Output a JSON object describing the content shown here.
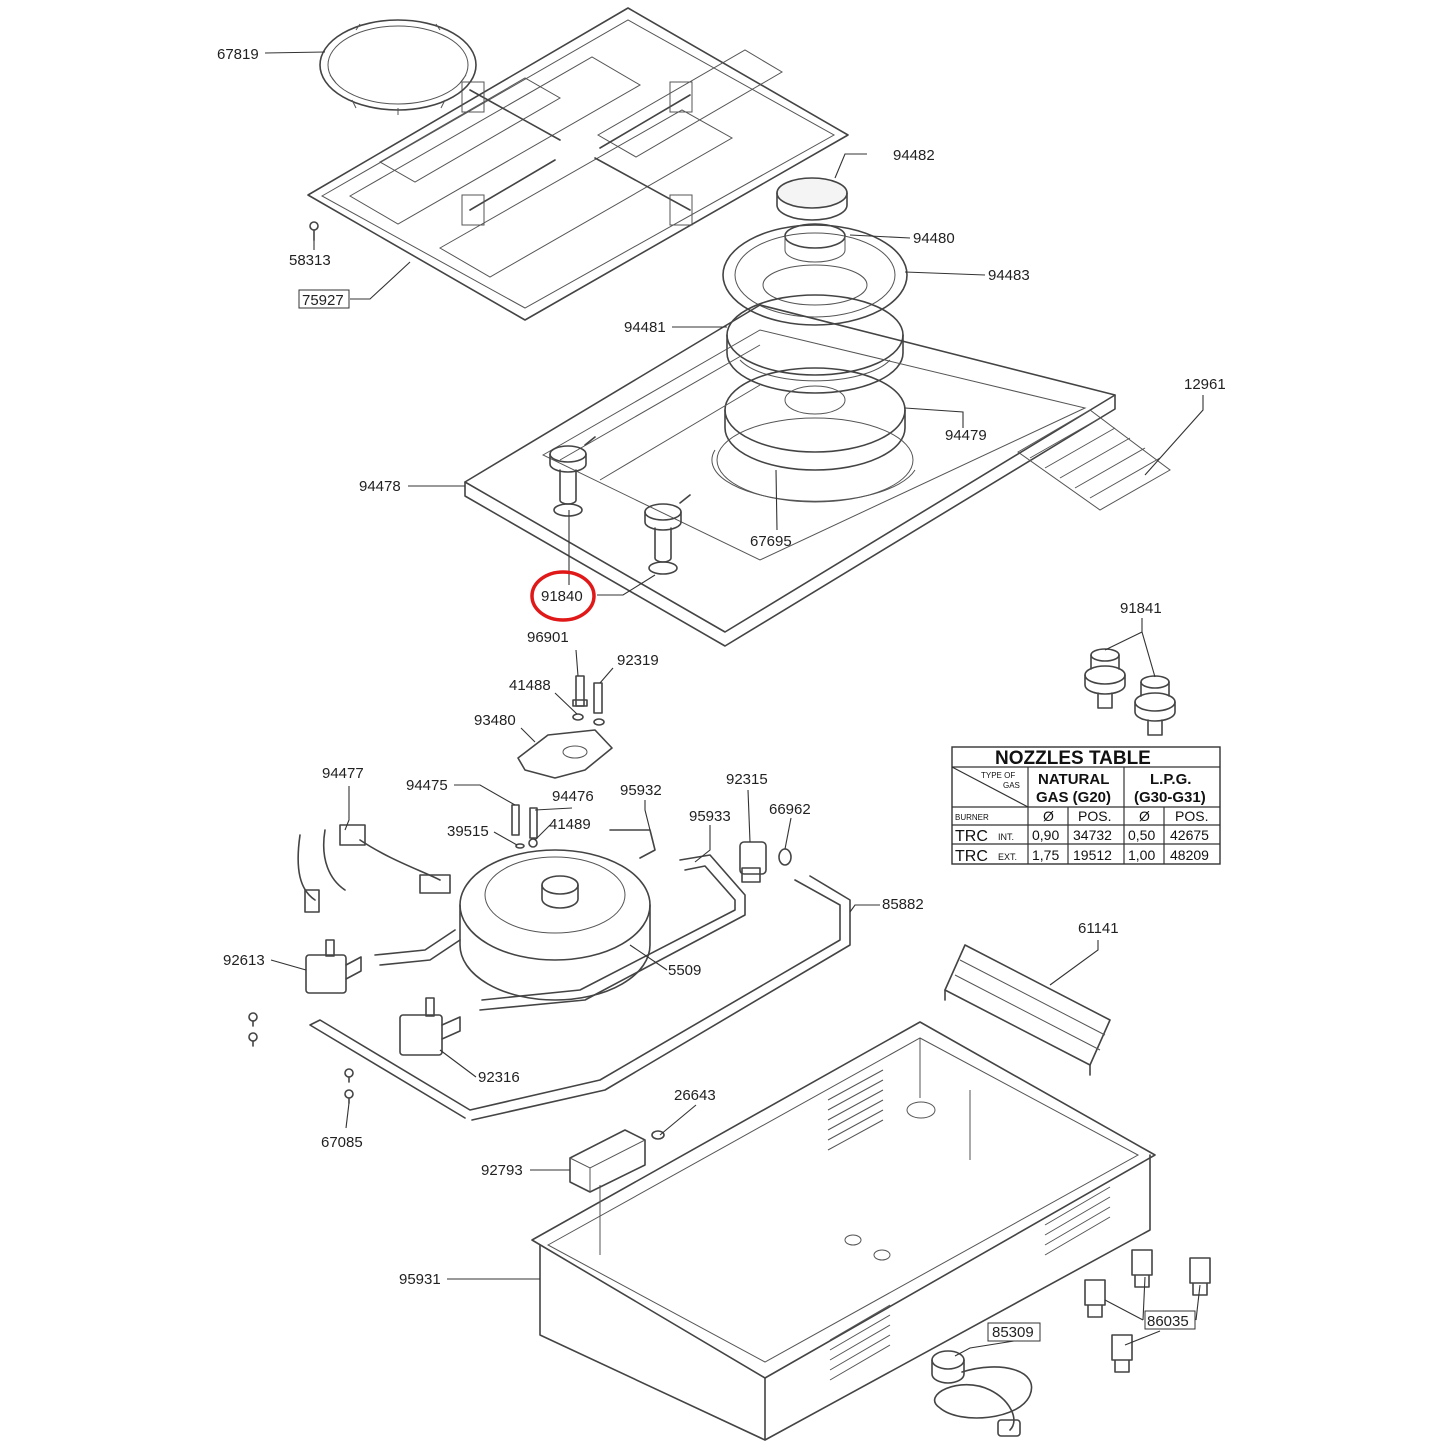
{
  "parts": {
    "p67819": "67819",
    "p58313": "58313",
    "p75927": "75927",
    "p94482": "94482",
    "p94480": "94480",
    "p94483": "94483",
    "p94481": "94481",
    "p12961": "12961",
    "p94479": "94479",
    "p94478": "94478",
    "p67695": "67695",
    "p91840": "91840",
    "p96901": "96901",
    "p92319": "92319",
    "p41488": "41488",
    "p93480": "93480",
    "p91841": "91841",
    "p94477": "94477",
    "p94475": "94475",
    "p94476": "94476",
    "p95932": "95932",
    "p92315": "92315",
    "p39515": "39515",
    "p41489": "41489",
    "p95933": "95933",
    "p66962": "66962",
    "p85882": "85882",
    "p5509": "5509",
    "p92613": "92613",
    "p61141": "61141",
    "p92316": "92316",
    "p67085": "67085",
    "p26643": "26643",
    "p92793": "92793",
    "p95931": "95931",
    "p85309": "85309",
    "p86035": "86035"
  },
  "highlight": {
    "part": "91840",
    "color": "#e01818"
  },
  "nozzles_table": {
    "title": "NOZZLES TABLE",
    "type_of_gas_1": "TYPE OF",
    "type_of_gas_2": "GAS",
    "burner": "BURNER",
    "natural_1": "NATURAL",
    "natural_2": "GAS (G20)",
    "lpg_1": "L.P.G.",
    "lpg_2": "(G30-G31)",
    "col_dia": "Ø",
    "col_pos": "POS.",
    "rows": [
      {
        "burner": "TRC",
        "suffix": "INT.",
        "ng_dia": "0,90",
        "ng_pos": "34732",
        "lpg_dia": "0,50",
        "lpg_pos": "42675"
      },
      {
        "burner": "TRC",
        "suffix": "EXT.",
        "ng_dia": "1,75",
        "ng_pos": "19512",
        "lpg_dia": "1,00",
        "lpg_pos": "48209"
      }
    ]
  }
}
